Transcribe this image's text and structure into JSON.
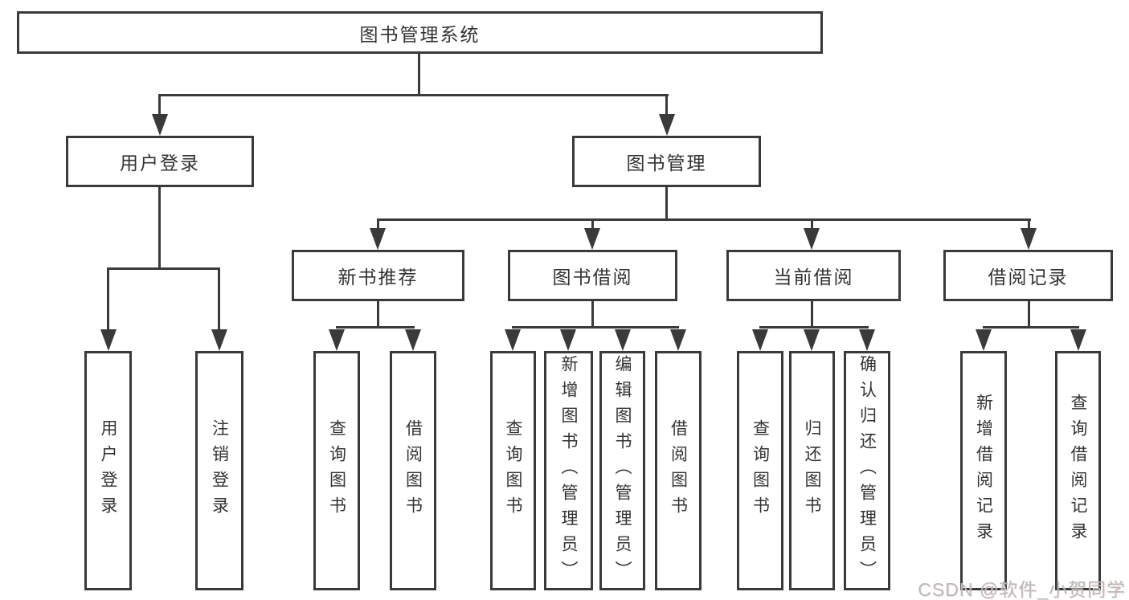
{
  "colors": {
    "line": "#3a3a3a",
    "text": "#333333",
    "background": "#ffffff",
    "watermark_text": "#b9b9b9"
  },
  "tree": {
    "root": "图书管理系统",
    "login": {
      "label": "用户登录",
      "children": [
        "用户登录",
        "注销登录"
      ]
    },
    "mgmt": {
      "label": "图书管理",
      "groups": [
        {
          "label": "新书推荐",
          "children": [
            "查询图书",
            "借阅图书"
          ]
        },
        {
          "label": "图书借阅",
          "children": [
            "查询图书",
            "新增图书（管理员）",
            "编辑图书（管理员）",
            "借阅图书"
          ]
        },
        {
          "label": "当前借阅",
          "children": [
            "查询图书",
            "归还图书",
            "确认归还（管理员）"
          ]
        },
        {
          "label": "借阅记录",
          "children": [
            "新增借阅记录",
            "查询借阅记录"
          ]
        }
      ]
    }
  },
  "watermark": "CSDN @软件_小贺同学"
}
